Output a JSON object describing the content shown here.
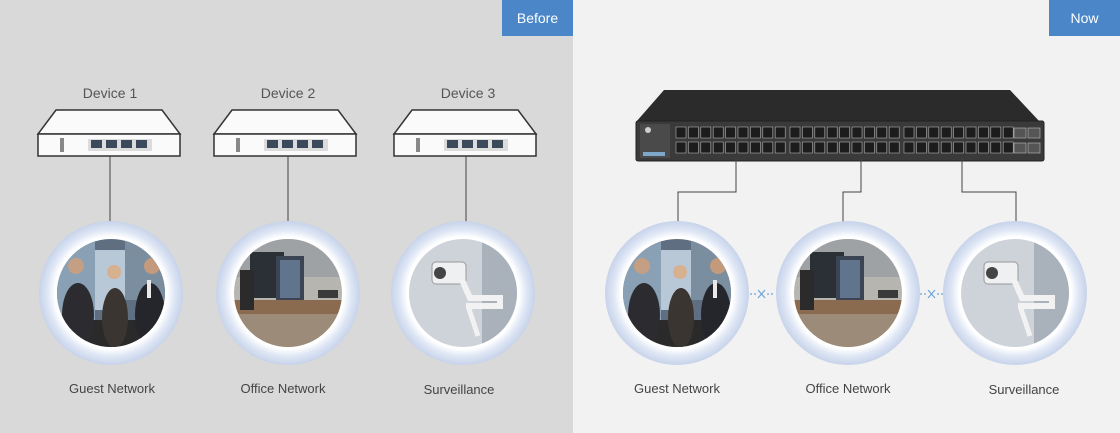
{
  "colors": {
    "tag_bg": "#4a86c8",
    "before_bg": "#d9d9d9",
    "now_bg": "#f2f2f2",
    "line": "#444444",
    "glow": "#c7d3ea",
    "x_mark": "#6fa6d8"
  },
  "before": {
    "tag": "Before",
    "devices": [
      "Device 1",
      "Device 2",
      "Device 3"
    ],
    "networks": [
      "Guest Network",
      "Office Network",
      "Surveillance"
    ]
  },
  "now": {
    "tag": "Now",
    "networks": [
      "Guest Network",
      "Office Network",
      "Surveillance"
    ]
  }
}
